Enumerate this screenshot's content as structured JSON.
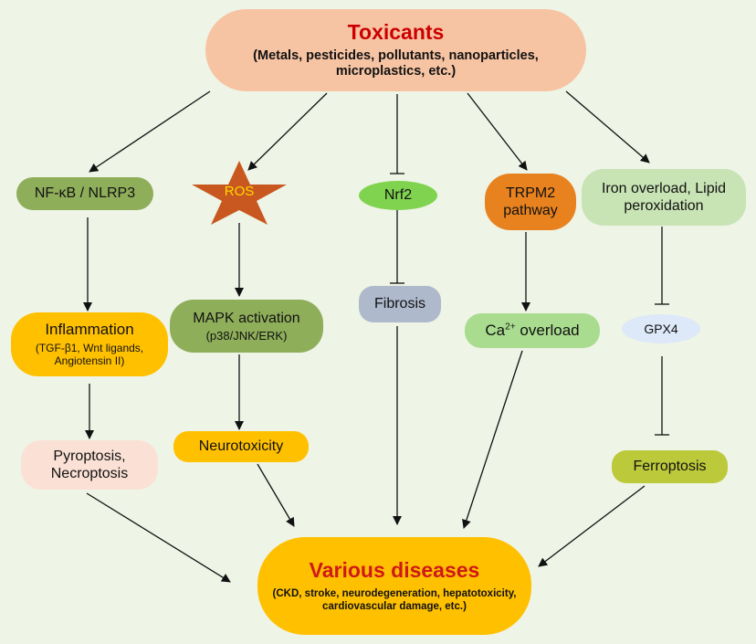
{
  "top": {
    "title": "Toxicants",
    "subtitle": "(Metals, pesticides, pollutants, nanoparticles, microplastics, etc.)",
    "fill": "#f7c4a3",
    "title_color": "#cc0000"
  },
  "row1": {
    "nfkb": {
      "label": "NF-κB / NLRP3",
      "fill": "#8fae5a"
    },
    "ros": {
      "label": "ROS",
      "fill": "#c8581f",
      "text_color": "#ffd800"
    },
    "nrf2": {
      "label": "Nrf2",
      "fill": "#7fd34f"
    },
    "trpm2": {
      "label": "TRPM2 pathway",
      "fill": "#e8821f"
    },
    "iron": {
      "label": "Iron overload, Lipid peroxidation",
      "fill": "#c8e3b4"
    }
  },
  "row2": {
    "inflammation": {
      "title": "Inflammation",
      "sub": "(TGF-β1, Wnt ligands, Angiotensin II)",
      "fill": "#ffc000"
    },
    "mapk": {
      "title": "MAPK activation",
      "sub": "(p38/JNK/ERK)",
      "fill": "#8fae5a"
    },
    "fibrosis": {
      "label": "Fibrosis",
      "fill": "#aeb9cc"
    },
    "ca": {
      "base": "Ca",
      "sup": "2+",
      "rest": " overload",
      "fill": "#a9dc8f"
    },
    "gpx4": {
      "label": "GPX4",
      "fill": "#dde8f8"
    }
  },
  "row3": {
    "pyroptosis": {
      "label": "Pyroptosis, Necroptosis",
      "fill": "#fbe1d5"
    },
    "neurotoxicity": {
      "label": "Neurotoxicity",
      "fill": "#ffc000"
    },
    "ferroptosis": {
      "label": "Ferroptosis",
      "fill": "#bcc93a"
    }
  },
  "bottom": {
    "title": "Various diseases",
    "subtitle": "(CKD, stroke, neurodegeneration, hepatotoxicity, cardiovascular damage, etc.)",
    "fill": "#ffc000",
    "title_color": "#d01818"
  }
}
